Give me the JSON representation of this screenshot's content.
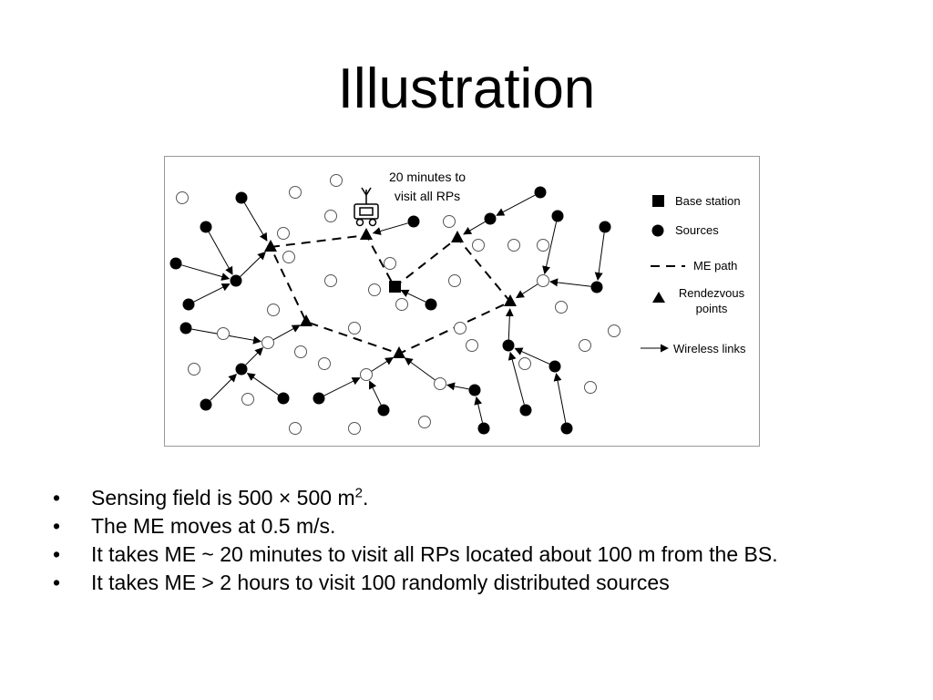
{
  "slide": {
    "title": "Illustration"
  },
  "figure": {
    "annotation": [
      "20 minutes to",
      "visit all RPs"
    ],
    "legend": {
      "base_station": "Base station",
      "sources": "Sources",
      "me_path": "ME path",
      "rendezvous": [
        "Rendezvous",
        "points"
      ],
      "wireless_links": "Wireless links"
    }
  },
  "bullets": [
    {
      "bullet": "•",
      "text": "Sensing field is 500 × 500 m",
      "sup": "2",
      "tail": "."
    },
    {
      "bullet": "•",
      "text": "The ME moves at 0.5 m/s."
    },
    {
      "bullet": "•",
      "text": "It takes ME ~ 20 minutes to visit all RPs located about 100 m from the BS."
    },
    {
      "bullet": "•",
      "text": "It takes ME > 2 hours to visit 100 randomly distributed sources"
    }
  ]
}
